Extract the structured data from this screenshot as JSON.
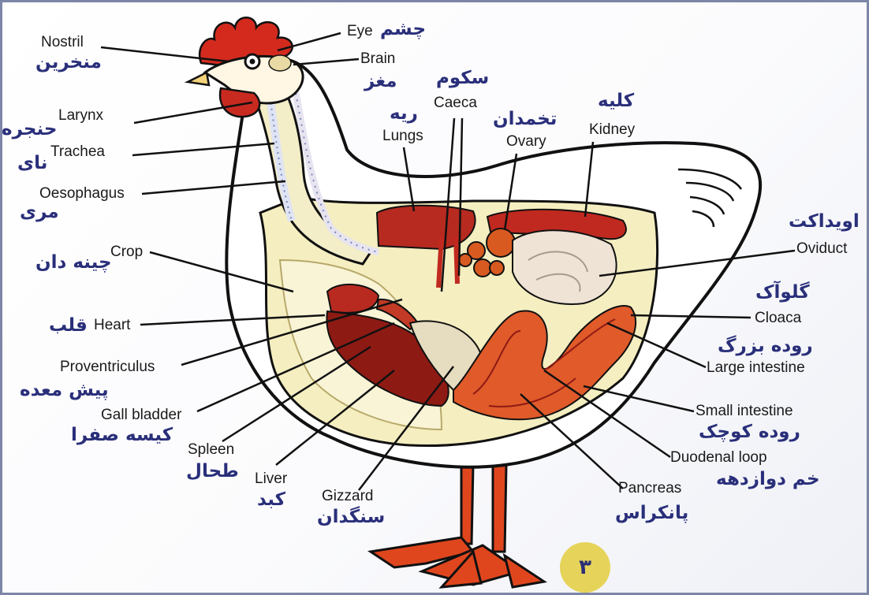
{
  "labels": {
    "nostril": "Nostril",
    "nostril_fa": "منخرین",
    "eye": "Eye",
    "eye_fa": "چشم",
    "brain": "Brain",
    "brain_fa": "مغز",
    "larynx": "Larynx",
    "larynx_fa": "حنجره",
    "trachea": "Trachea",
    "trachea_fa": "نای",
    "oesophagus": "Oesophagus",
    "oesophagus_fa": "مری",
    "crop": "Crop",
    "crop_fa": "چینه دان",
    "heart": "Heart",
    "heart_fa": "قلب",
    "proventriculus": "Proventriculus",
    "proventriculus_fa": "پیش معده",
    "gall_bladder": "Gall bladder",
    "gall_bladder_fa": "کیسه صفرا",
    "spleen": "Spleen",
    "spleen_fa": "طحال",
    "liver": "Liver",
    "liver_fa": "کبد",
    "gizzard": "Gizzard",
    "gizzard_fa": "سنگدان",
    "lungs": "Lungs",
    "lungs_fa": "ریه",
    "caeca": "Caeca",
    "caeca_fa": "سکوم",
    "ovary": "Ovary",
    "ovary_fa": "تخمدان",
    "kidney": "Kidney",
    "kidney_fa": "کلیه",
    "oviduct": "Oviduct",
    "oviduct_fa": "اویداکت",
    "cloaca": "Cloaca",
    "cloaca_fa": "گلوآک",
    "large_intestine": "Large intestine",
    "large_intestine_fa": "روده بزرگ",
    "small_intestine": "Small intestine",
    "small_intestine_fa": "روده کوچک",
    "duodenal_loop": "Duodenal loop",
    "duodenal_loop_fa": "خم دوازدهه",
    "pancreas": "Pancreas",
    "pancreas_fa": "پانکراس"
  },
  "page_number": "۳",
  "colors": {
    "outline": "#111111",
    "comb": "#d42a1e",
    "organ_red": "#c0291f",
    "organ_dark": "#8e1a14",
    "intestine": "#e05a2a",
    "body_cavity": "#f5eec0",
    "label_fa": "#2a2f7a",
    "page_badge": "#e6d35a"
  }
}
